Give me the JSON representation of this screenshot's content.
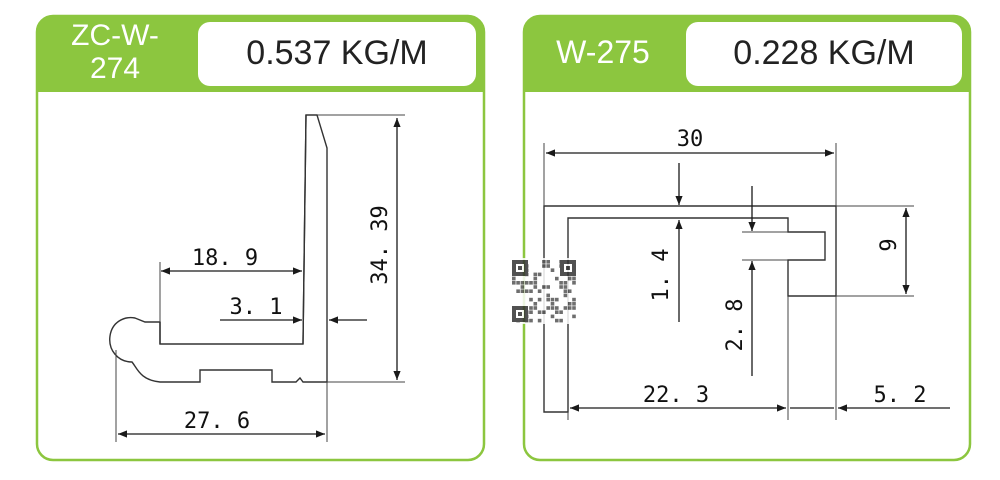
{
  "colors": {
    "accent": "#8cc63f",
    "line": "#1a1a1a",
    "background": "#ffffff"
  },
  "panels": [
    {
      "code_line1": "ZC-W-",
      "code_line2": "274",
      "weight": "0.537 KG/M",
      "dims": {
        "height": "34. 39",
        "flange": "18. 9",
        "thickness": "3. 1",
        "width": "27. 6"
      }
    },
    {
      "code": "W-275",
      "weight": "0.228 KG/M",
      "dims": {
        "width": "30",
        "wall": "1. 4",
        "slot": "2. 8",
        "right_height": "9",
        "inner_width": "22. 3",
        "lip": "5. 2"
      }
    }
  ],
  "qr_icon": "qr-code-icon"
}
